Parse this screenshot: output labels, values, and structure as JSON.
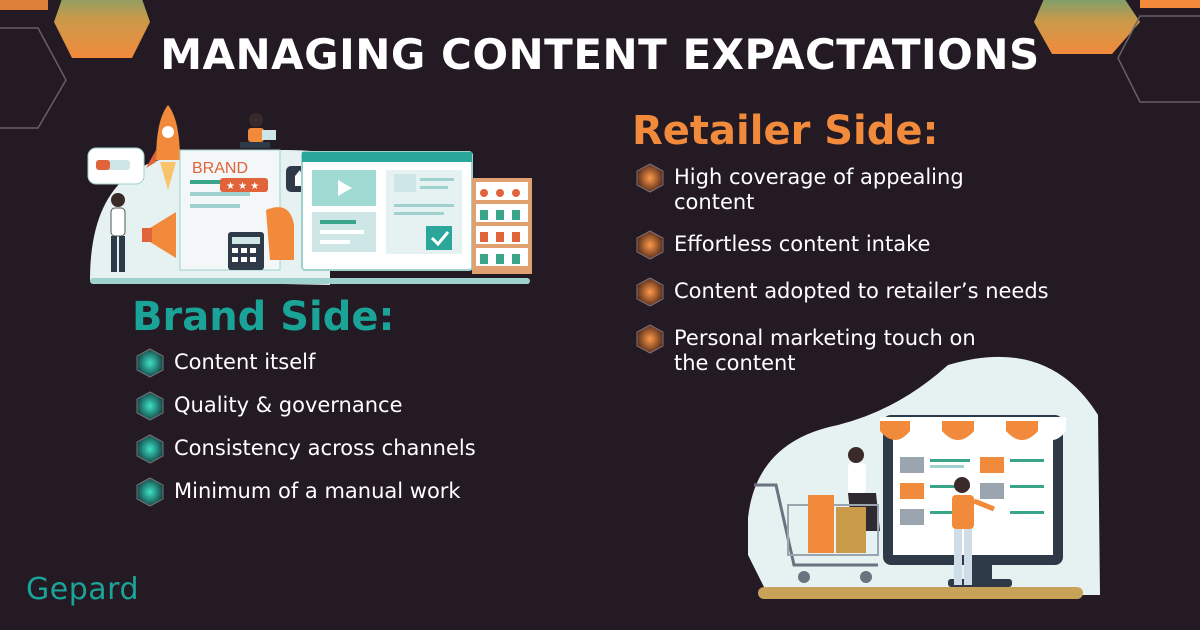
{
  "title": "MANAGING CONTENT EXPACTATIONS",
  "brand": {
    "heading": "Brand Side:",
    "items": [
      "Content itself",
      "Quality & governance",
      "Consistency across channels",
      "Minimum of a manual work"
    ]
  },
  "retailer": {
    "heading": "Retailer Side:",
    "items": [
      "High coverage of appealing content",
      "Effortless content intake",
      "Content adopted to retailer’s needs",
      "Personal marketing touch on the content"
    ]
  },
  "brand_illustration": {
    "label": "BRAND"
  },
  "logo": "Gepard",
  "colors": {
    "background": "#241a24",
    "brand_teal": "#1aa497",
    "retailer_orange": "#f28a3c",
    "hex_gradient_top": "#f28a3c",
    "hex_gradient_bottom": "#3aa58a"
  }
}
